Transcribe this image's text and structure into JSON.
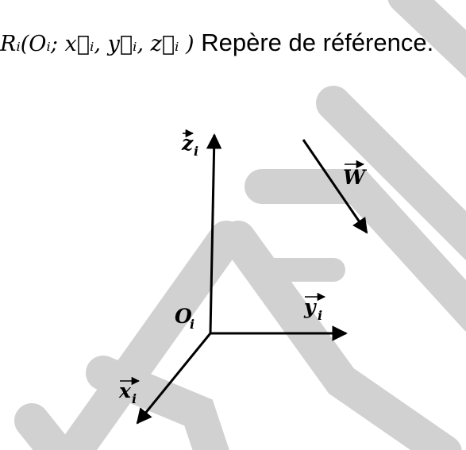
{
  "caption": {
    "notation": "Rᵢ(Oᵢ; x⃗ᵢ, y⃗ᵢ, z⃗ᵢ )",
    "text": "Repère de référence."
  },
  "axes": {
    "z": {
      "letter": "z",
      "sub": "i"
    },
    "y": {
      "letter": "y",
      "sub": "i"
    },
    "x": {
      "letter": "x",
      "sub": "i"
    },
    "origin": {
      "letter": "O",
      "sub": "i"
    }
  },
  "vector_w": {
    "letter": "W"
  },
  "colors": {
    "ink": "#000000",
    "watermark": "#cfcfcf"
  }
}
